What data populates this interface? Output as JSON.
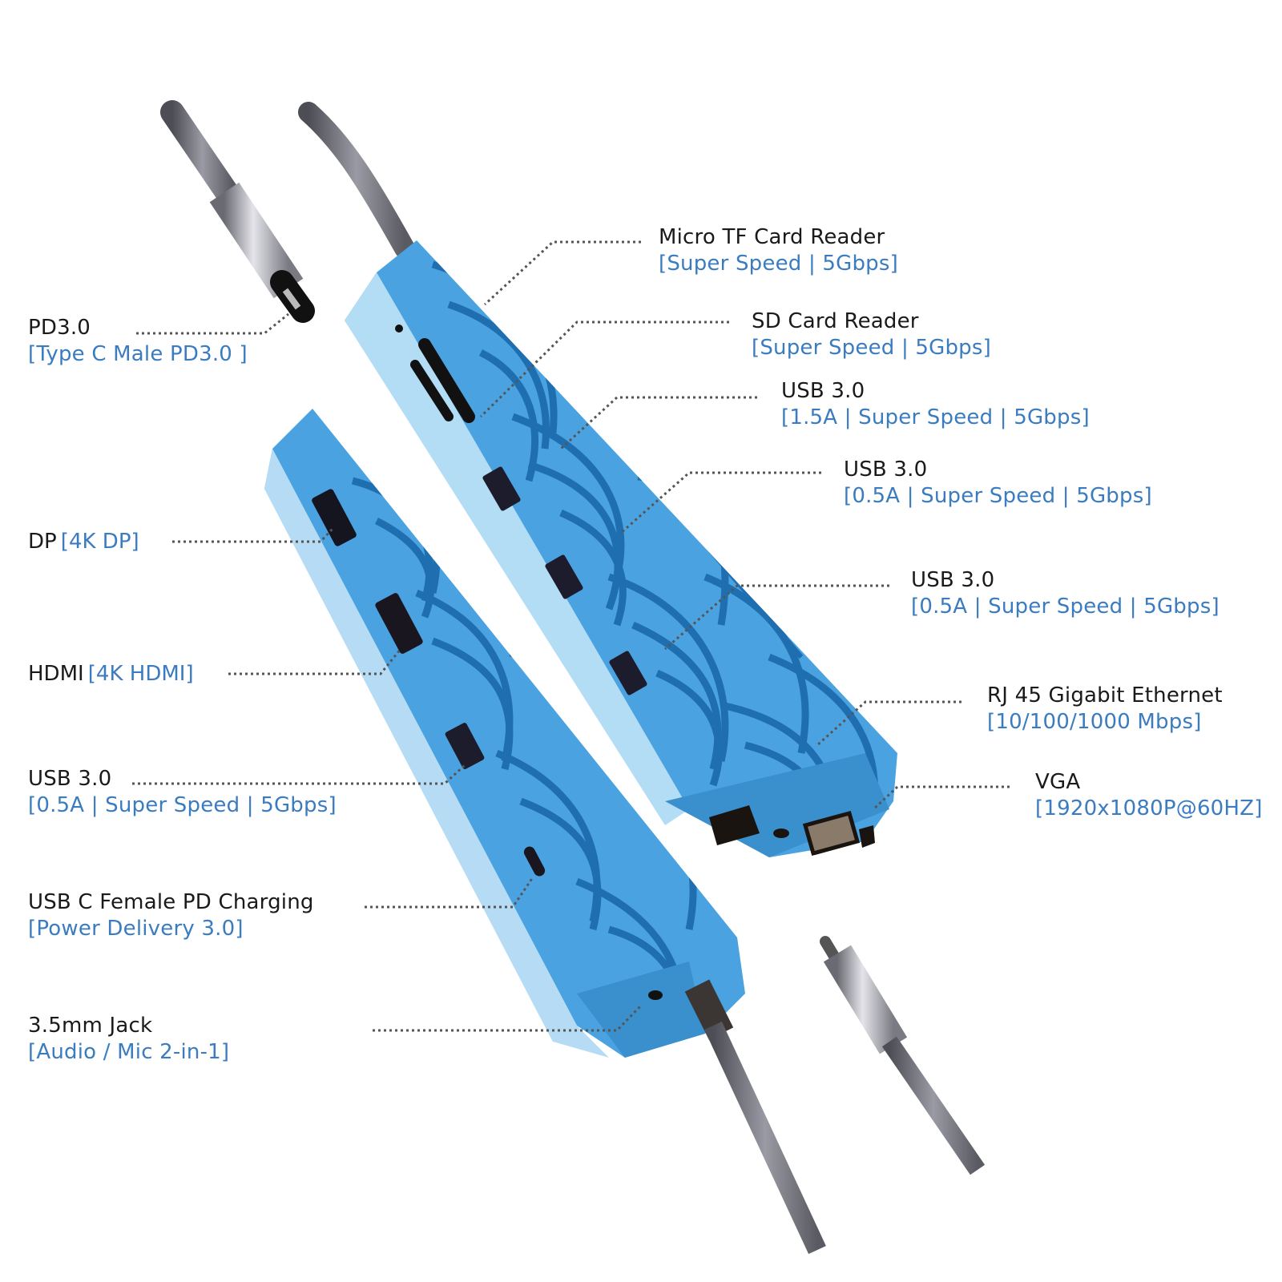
{
  "diagram": {
    "subject": "USB-C multiport hub with blue fingerprint-style heatsink",
    "colors": {
      "title_text": "#1a1a1a",
      "spec_text": "#3a7cbf",
      "hub_body": "#4aa3e0",
      "hub_face": "#a9d6f2",
      "hub_grooves": "#1f6fb0",
      "cable": "#6e6e78",
      "leader_line": "#555555"
    },
    "ports": [
      {
        "id": "micro-tf",
        "title": "Micro TF Card Reader",
        "spec": "[Super Speed | 5Gbps]"
      },
      {
        "id": "sd",
        "title": "SD Card Reader",
        "spec": "[Super Speed | 5Gbps]"
      },
      {
        "id": "usb-right-1",
        "title": "USB 3.0",
        "spec": "[1.5A | Super Speed | 5Gbps]"
      },
      {
        "id": "usb-right-2",
        "title": "USB 3.0",
        "spec": "[0.5A | Super Speed | 5Gbps]"
      },
      {
        "id": "usb-right-3",
        "title": "USB 3.0",
        "spec": "[0.5A | Super Speed | 5Gbps]"
      },
      {
        "id": "rj45",
        "title": "RJ 45 Gigabit Ethernet",
        "spec": "[10/100/1000 Mbps]"
      },
      {
        "id": "vga",
        "title": "VGA",
        "spec": "[1920x1080P@60HZ]"
      },
      {
        "id": "pd30",
        "title": "PD3.0",
        "spec": "[Type C Male PD3.0 ]"
      },
      {
        "id": "dp",
        "title": "DP",
        "spec": "[4K DP]"
      },
      {
        "id": "hdmi",
        "title": "HDMI",
        "spec": "[4K HDMI]"
      },
      {
        "id": "usb-left",
        "title": "USB 3.0",
        "spec": "[0.5A | Super Speed | 5Gbps]"
      },
      {
        "id": "usb-c-female",
        "title": "USB C Female PD Charging",
        "spec": "[Power Delivery 3.0]"
      },
      {
        "id": "jack",
        "title": "3.5mm Jack",
        "spec": "[Audio / Mic 2-in-1]"
      }
    ]
  }
}
